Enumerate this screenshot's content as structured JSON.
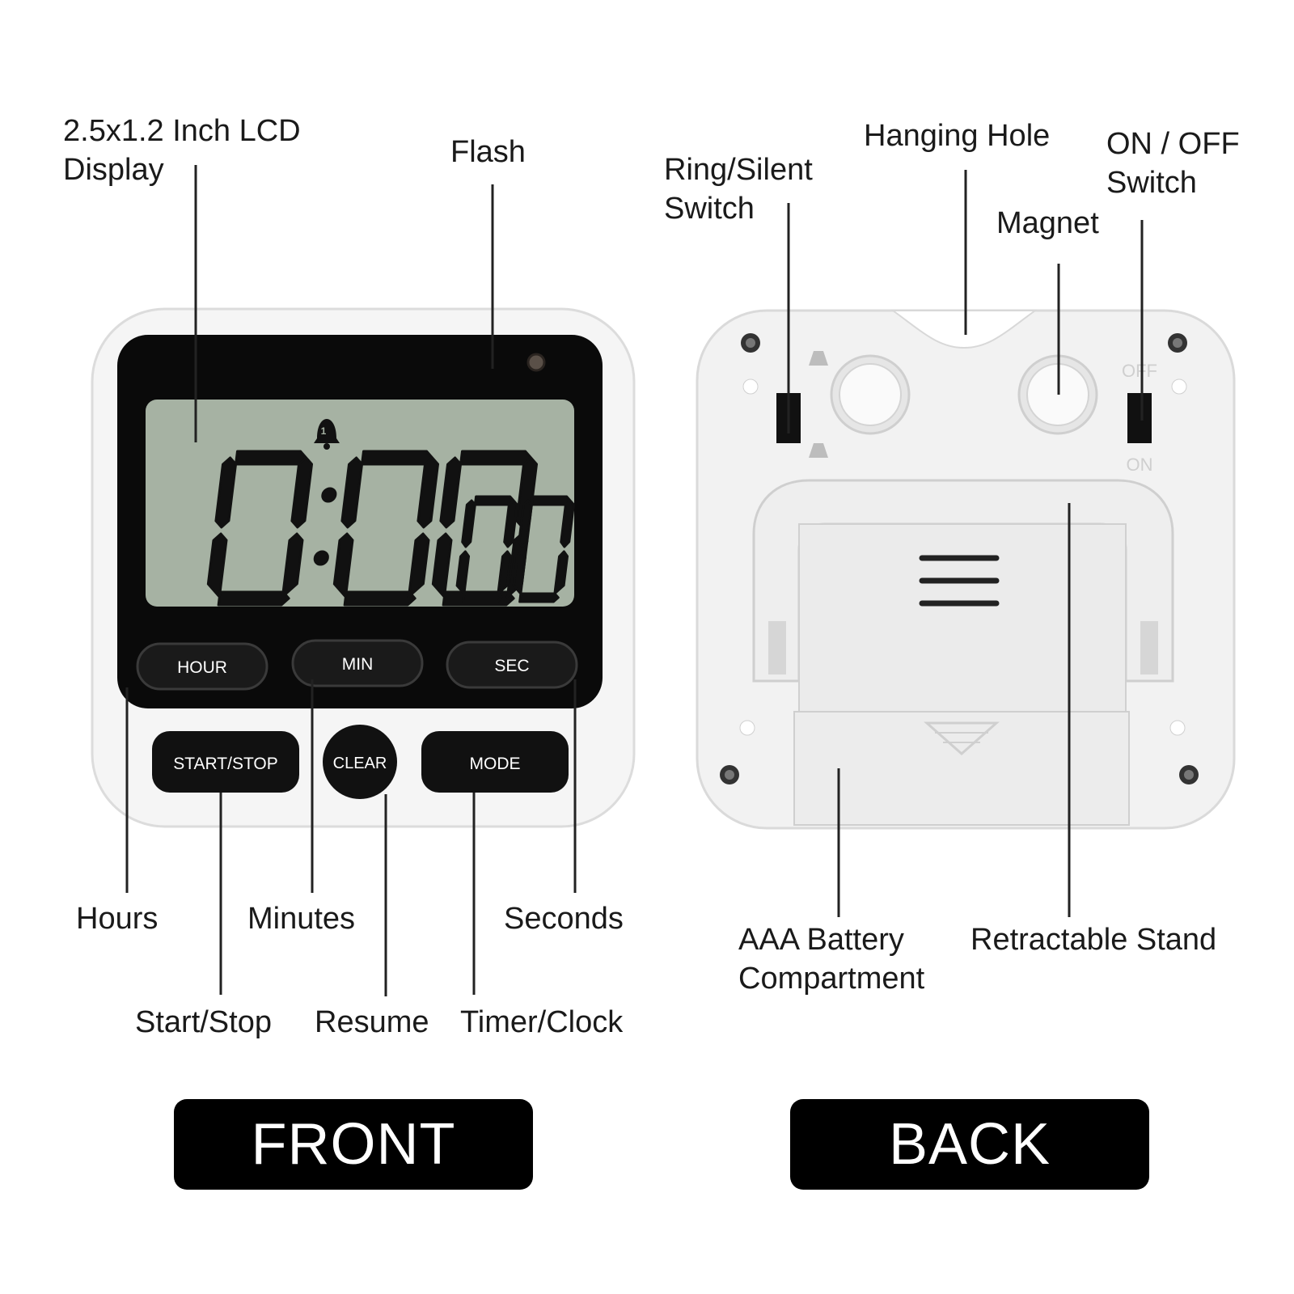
{
  "colors": {
    "background": "#ffffff",
    "text": "#1a1a1a",
    "leader_line": "#222222",
    "device_body": "#f4f4f4",
    "bezel": "#0a0a0a",
    "lcd": "#a6b2a3",
    "lcd_segment": "#111111",
    "badge": "#000000",
    "badge_text": "#ffffff"
  },
  "front": {
    "badge": "FRONT",
    "lcd_reading": {
      "main": "0:00",
      "seconds": "00",
      "alarm_indicator": "1"
    },
    "buttons": {
      "hour": "HOUR",
      "min": "MIN",
      "sec": "SEC",
      "start_stop": "START/STOP",
      "clear": "CLEAR",
      "mode": "MODE"
    },
    "callouts": {
      "lcd_display": [
        "2.5x1.2 Inch LCD",
        "Display"
      ],
      "flash": "Flash",
      "hours": "Hours",
      "minutes": "Minutes",
      "seconds": "Seconds",
      "start_stop": "Start/Stop",
      "resume": "Resume",
      "timer_clock": "Timer/Clock"
    }
  },
  "back": {
    "badge": "BACK",
    "switch_marks": {
      "off": "OFF",
      "on": "ON"
    },
    "callouts": {
      "ring_silent": [
        "Ring/Silent",
        "Switch"
      ],
      "hanging_hole": "Hanging Hole",
      "on_off": [
        "ON / OFF",
        "Switch"
      ],
      "magnet": "Magnet",
      "battery": [
        "AAA Battery",
        "Compartment"
      ],
      "stand": "Retractable Stand"
    }
  }
}
